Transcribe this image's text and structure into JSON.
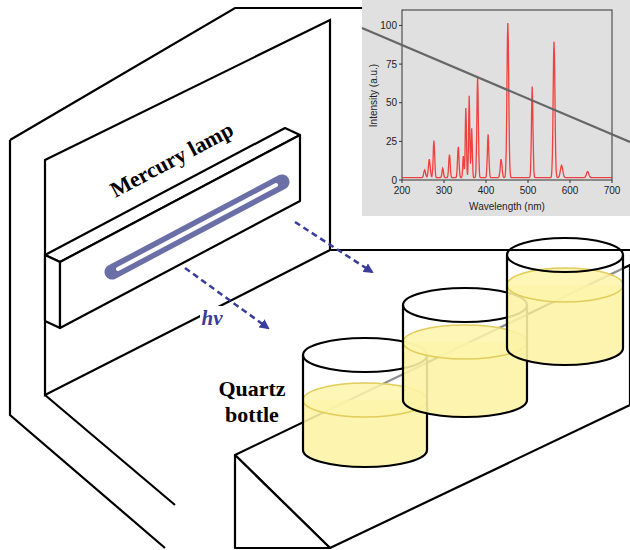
{
  "diagram": {
    "labels": [
      "Mercury lamp",
      "hν",
      "Quartz bottle",
      "Intensity (a.u.)",
      "Wavelength (nm)",
      "0",
      "25",
      "50",
      "75",
      "100",
      "200",
      "300",
      "400",
      "500",
      "600",
      "700"
    ]
  }
}
